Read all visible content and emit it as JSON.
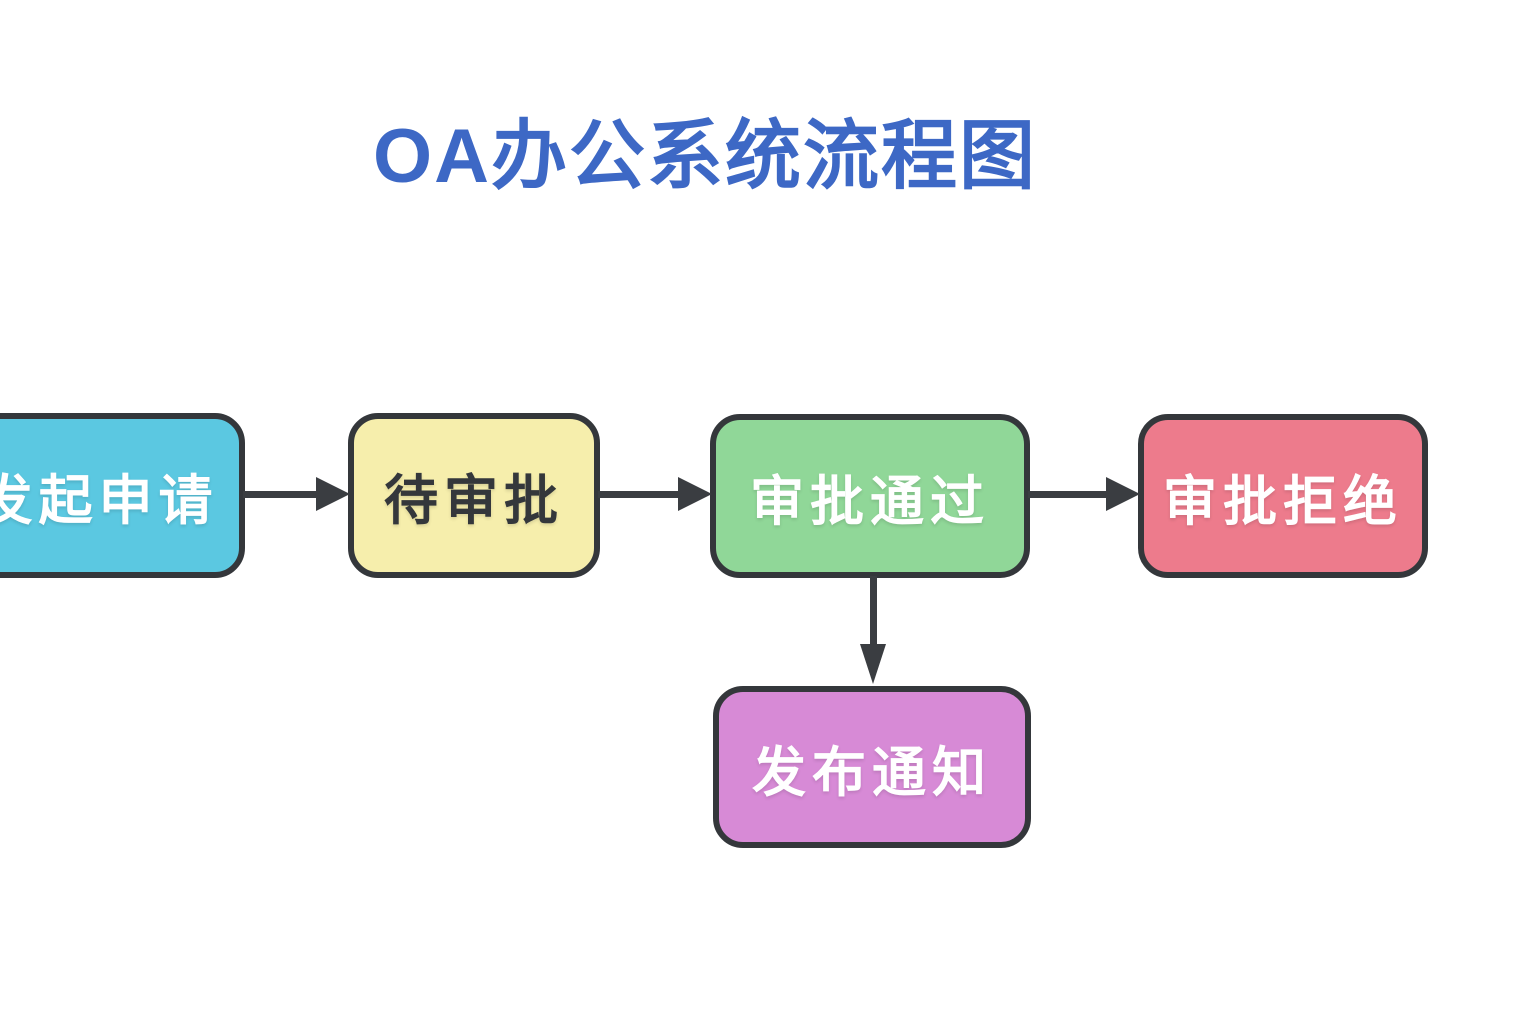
{
  "title": {
    "text": "OA办公系统流程图",
    "color": "#3d68c5"
  },
  "nodes": [
    {
      "id": "start",
      "label": "发起申请",
      "fill": "#5bc8e1",
      "text_color": "#ffffff"
    },
    {
      "id": "pending",
      "label": "待审批",
      "fill": "#f6eeac",
      "text_color": "#34373b"
    },
    {
      "id": "approved",
      "label": "审批通过",
      "fill": "#90d798",
      "text_color": "#ffffff"
    },
    {
      "id": "rejected",
      "label": "审批拒绝",
      "fill": "#ed7b8c",
      "text_color": "#ffffff"
    },
    {
      "id": "notify",
      "label": "发布通知",
      "fill": "#d78ad6",
      "text_color": "#ffffff"
    }
  ],
  "edges": [
    {
      "from": "发起申请",
      "to": "待审批",
      "direction": "right"
    },
    {
      "from": "待审批",
      "to": "审批通过",
      "direction": "right"
    },
    {
      "from": "审批通过",
      "to": "审批拒绝",
      "direction": "right"
    },
    {
      "from": "审批通过",
      "to": "发布通知",
      "direction": "down"
    }
  ],
  "colors": {
    "background": "#ffffff",
    "node_border": "#34373b",
    "arrow": "#3a3d41"
  }
}
